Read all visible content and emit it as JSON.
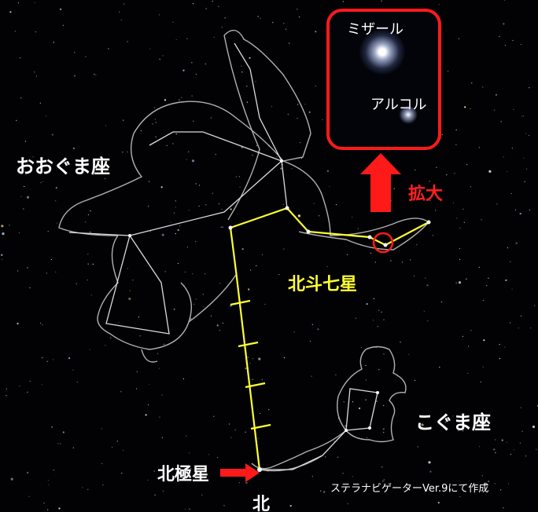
{
  "labels": {
    "ursa_major": "おおぐま座",
    "ursa_minor": "こぐま座",
    "big_dipper": "北斗七星",
    "polaris": "北極星",
    "north": "北",
    "zoom": "拡大",
    "credit": "ステラナビゲーターVer.9にて作成"
  },
  "zoom_view": {
    "star_main": "ミザール",
    "star_companion": "アルコル"
  },
  "colors": {
    "background": "#020205",
    "constellation_lines": "#d8d8d8",
    "big_dipper_line": "#ffff33",
    "highlight": "#ff1a1a"
  },
  "icons": {
    "zoom_arrow": "arrow-up-icon",
    "polaris_arrow": "arrow-right-icon"
  }
}
